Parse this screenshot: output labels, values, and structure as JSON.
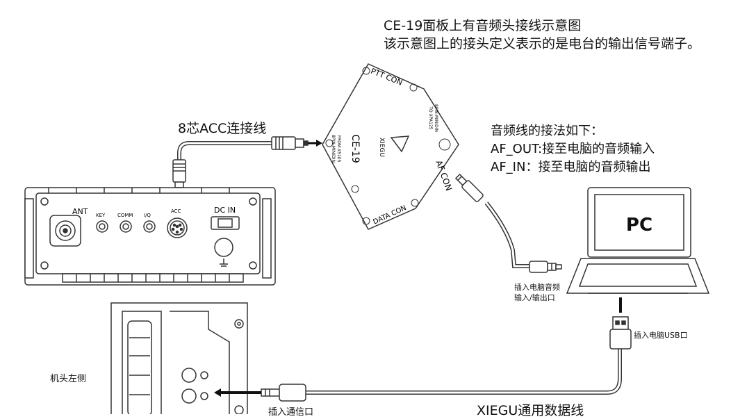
{
  "notes": {
    "ce19_line1": "CE-19面板上有音频头接线示意图",
    "ce19_line2": "该示意图上的接头定义表示的是电台的输出信号端子。",
    "acc_cable": "8芯ACC连接线",
    "audio_title": "音频线的接法如下：",
    "af_out": "AF_OUT:接至电脑的音频输入",
    "af_in": "AF_IN：接至电脑的音频输出",
    "pc_audio_line1": "插入电脑音频",
    "pc_audio_line2": "输入/输出口",
    "pc_usb": "插入电脑USB口",
    "left_side": "机头左侧",
    "comm_port": "插入通信口",
    "data_cable": "XIEGU通用数据线"
  },
  "ce19_box": {
    "ptt_con": "PTT CON",
    "af_con": "AF CON",
    "data_con": "DATA CON",
    "model": "CE-19",
    "brand": "XIEGU",
    "from_text": "FROM X5105",
    "from_sub": "8PIN-MINIDIN",
    "to_text": "TO XPA125",
    "to_sub": "8PIN-MINIDIN"
  },
  "radio_panel": {
    "ant": "ANT",
    "key": "KEY",
    "comm": "COMM",
    "iq": "I/Q",
    "acc": "ACC",
    "dc_in": "DC IN"
  },
  "pc": {
    "label": "PC"
  }
}
